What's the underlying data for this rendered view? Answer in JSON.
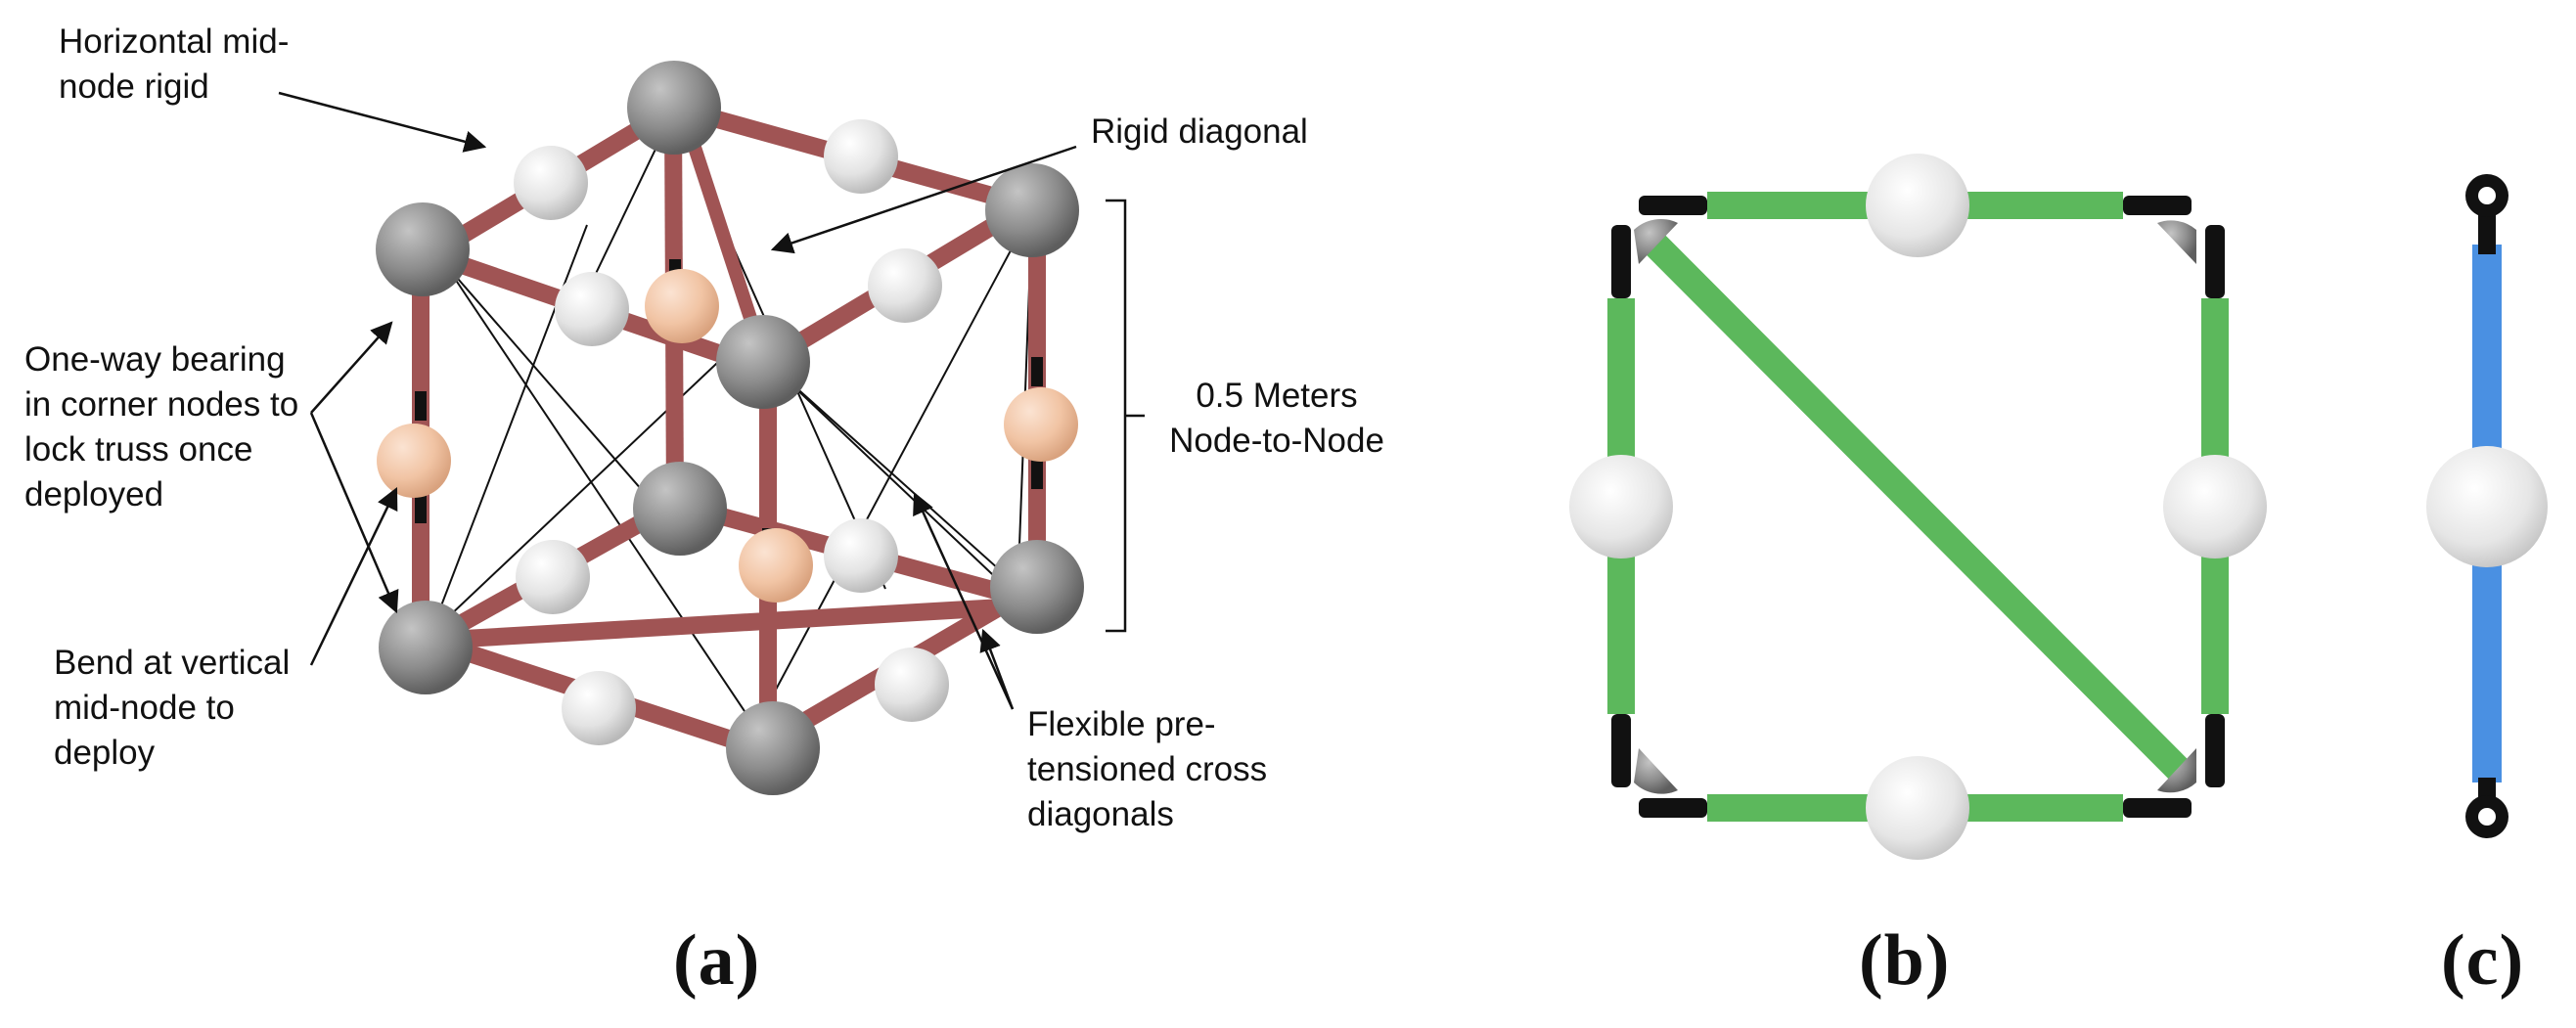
{
  "figure": {
    "panel_a": {
      "caption": "(a)",
      "annotations": {
        "horizontal_mid_node": "Horizontal mid-\nnode rigid",
        "rigid_diagonal": "Rigid diagonal",
        "one_way_bearing": "One-way bearing\nin corner nodes to\nlock truss once\ndeployed",
        "dimension": "0.5 Meters\nNode-to-Node",
        "bend": "Bend at vertical\nmid-node to\ndeploy",
        "flexible": "Flexible pre-\ntensioned cross\ndiagonals"
      }
    },
    "panel_b": {
      "caption": "(b)"
    },
    "panel_c": {
      "caption": "(c)"
    }
  },
  "colors": {
    "rigid_strut": "#a05454",
    "green_strut": "#5cb85c",
    "blue_strut": "#4a90e2",
    "corner_node": "#8a8a8a",
    "mid_node_white": "#e2e2e2",
    "mid_node_peach": "#f1c4a4",
    "connector": "#111111"
  }
}
